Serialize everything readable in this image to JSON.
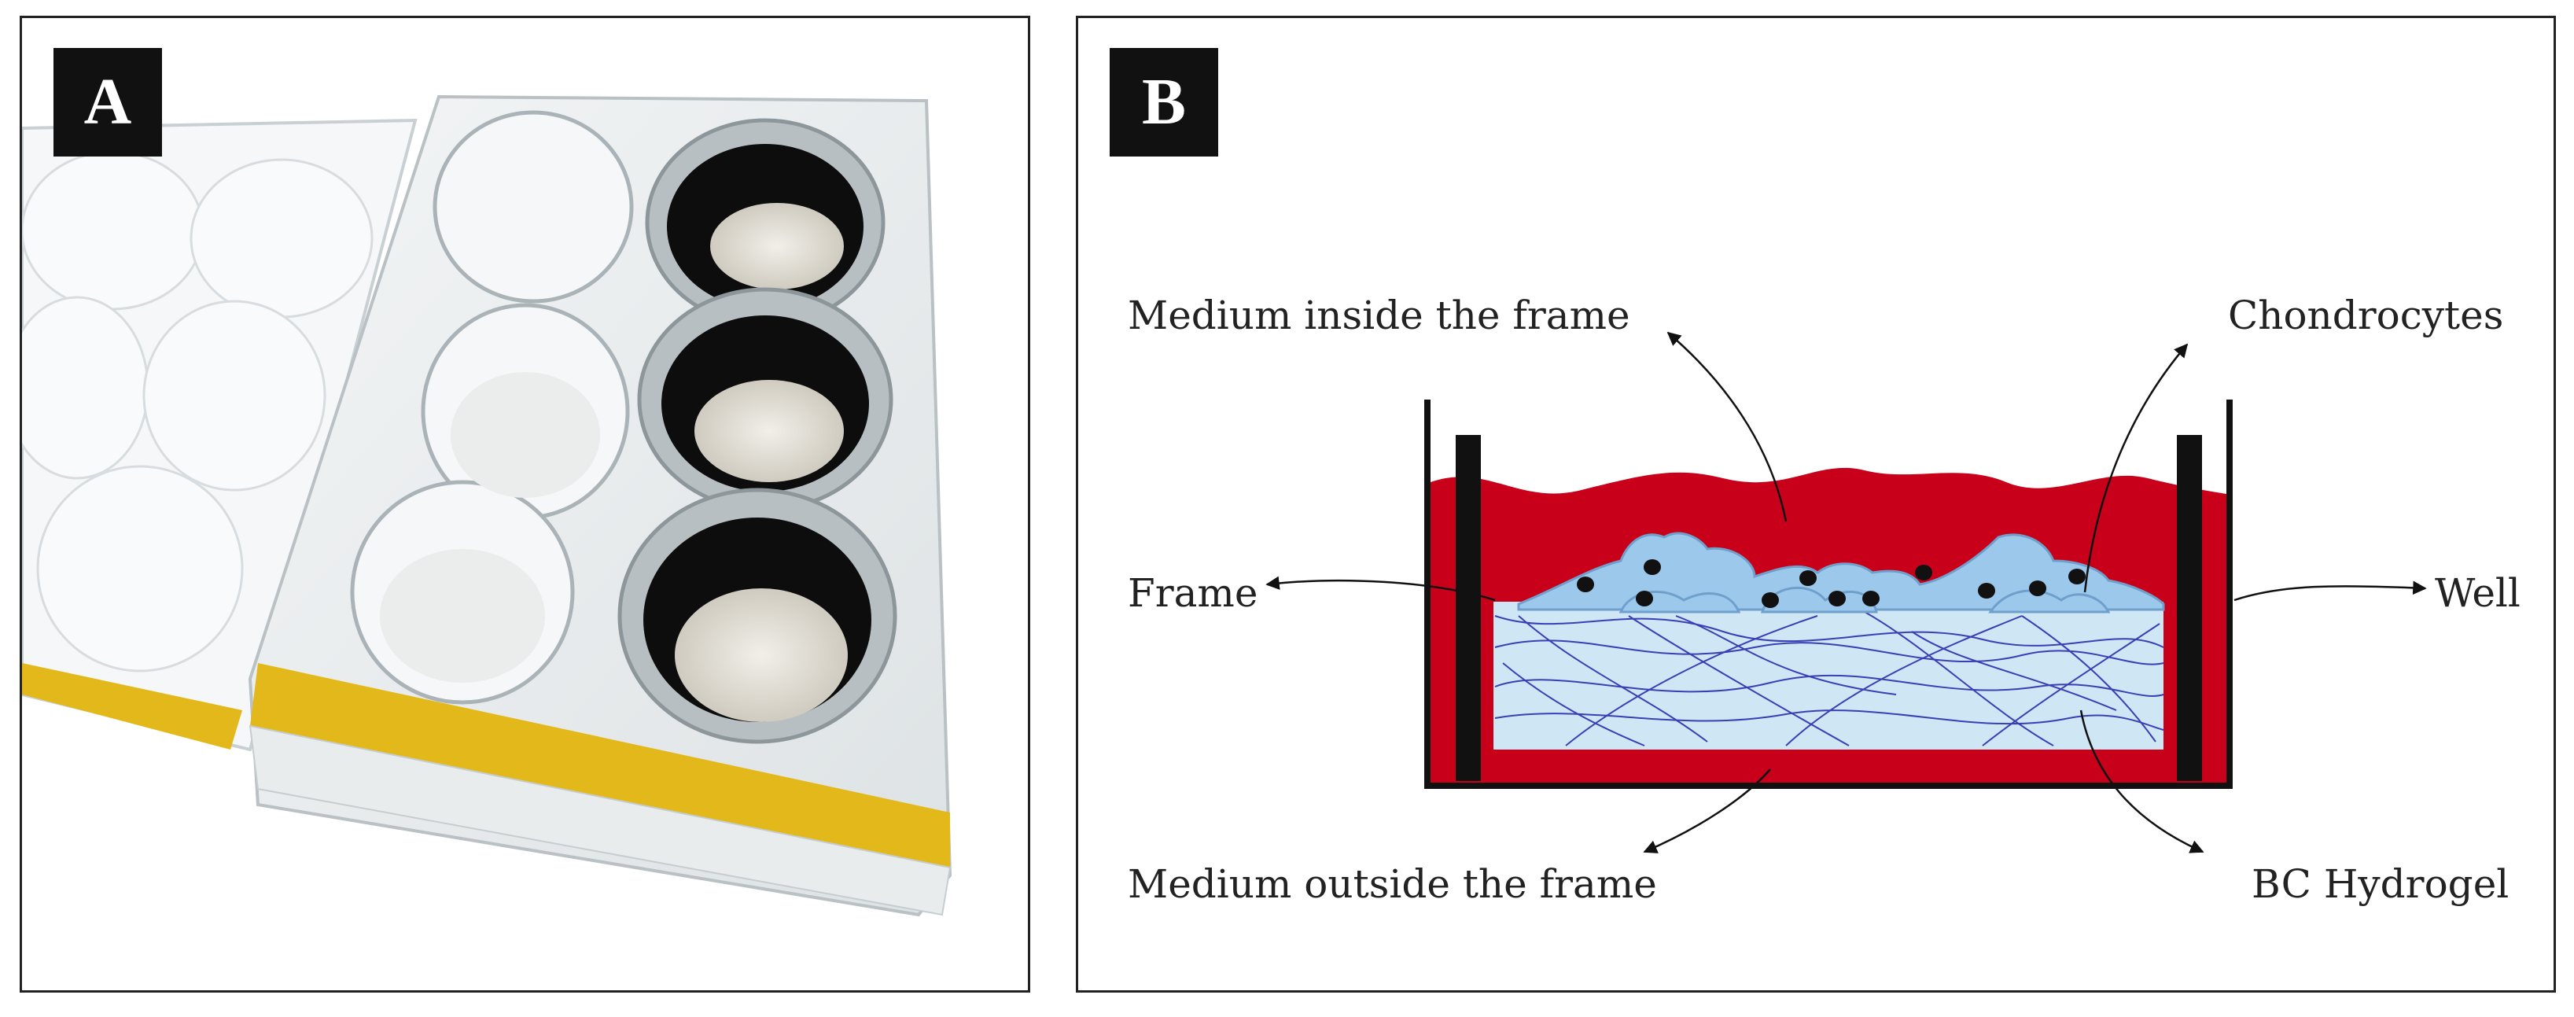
{
  "panels": {
    "a": {
      "letter": "A"
    },
    "b": {
      "letter": "B"
    }
  },
  "labels": {
    "medium_inside": "Medium inside the frame",
    "chondrocytes": "Chondrocytes",
    "frame": "Frame",
    "well": "Well",
    "medium_outside": "Medium outside the frame",
    "bc_hydrogel": "BC Hydrogel"
  },
  "colors": {
    "medium": "#c8001a",
    "hydrogel": "#cfe6f5",
    "fibers": "#3a3fb5",
    "cells": "#9cc8ec",
    "frame": "#111111",
    "tape": "#e3b81a"
  }
}
